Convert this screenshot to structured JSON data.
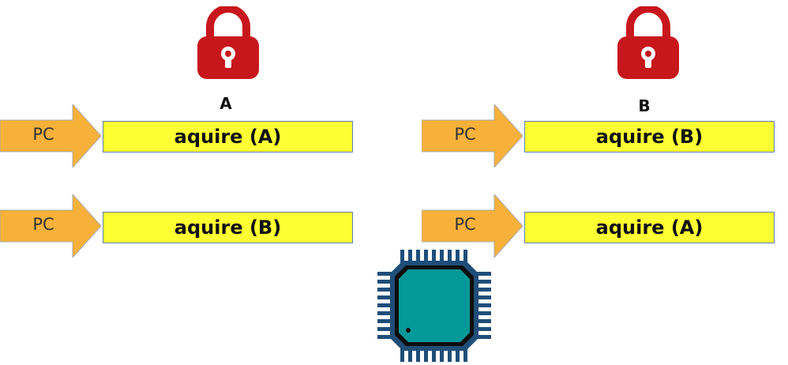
{
  "left": {
    "lock_label": "A",
    "rows": [
      {
        "pc": "PC",
        "instruction": "aquire (A)"
      },
      {
        "pc": "PC",
        "instruction": "aquire (B)"
      }
    ]
  },
  "right": {
    "lock_label": "B",
    "rows": [
      {
        "pc": "PC",
        "instruction": "aquire (B)"
      },
      {
        "pc": "PC",
        "instruction": "aquire (A)"
      }
    ]
  },
  "colors": {
    "lock": "#c8161d",
    "arrow": "#f7b13a",
    "bar": "#ffff33",
    "chip_body": "#029998",
    "chip_pins": "#1f4e79"
  },
  "icons": [
    "lock-icon",
    "cpu-chip-icon"
  ]
}
